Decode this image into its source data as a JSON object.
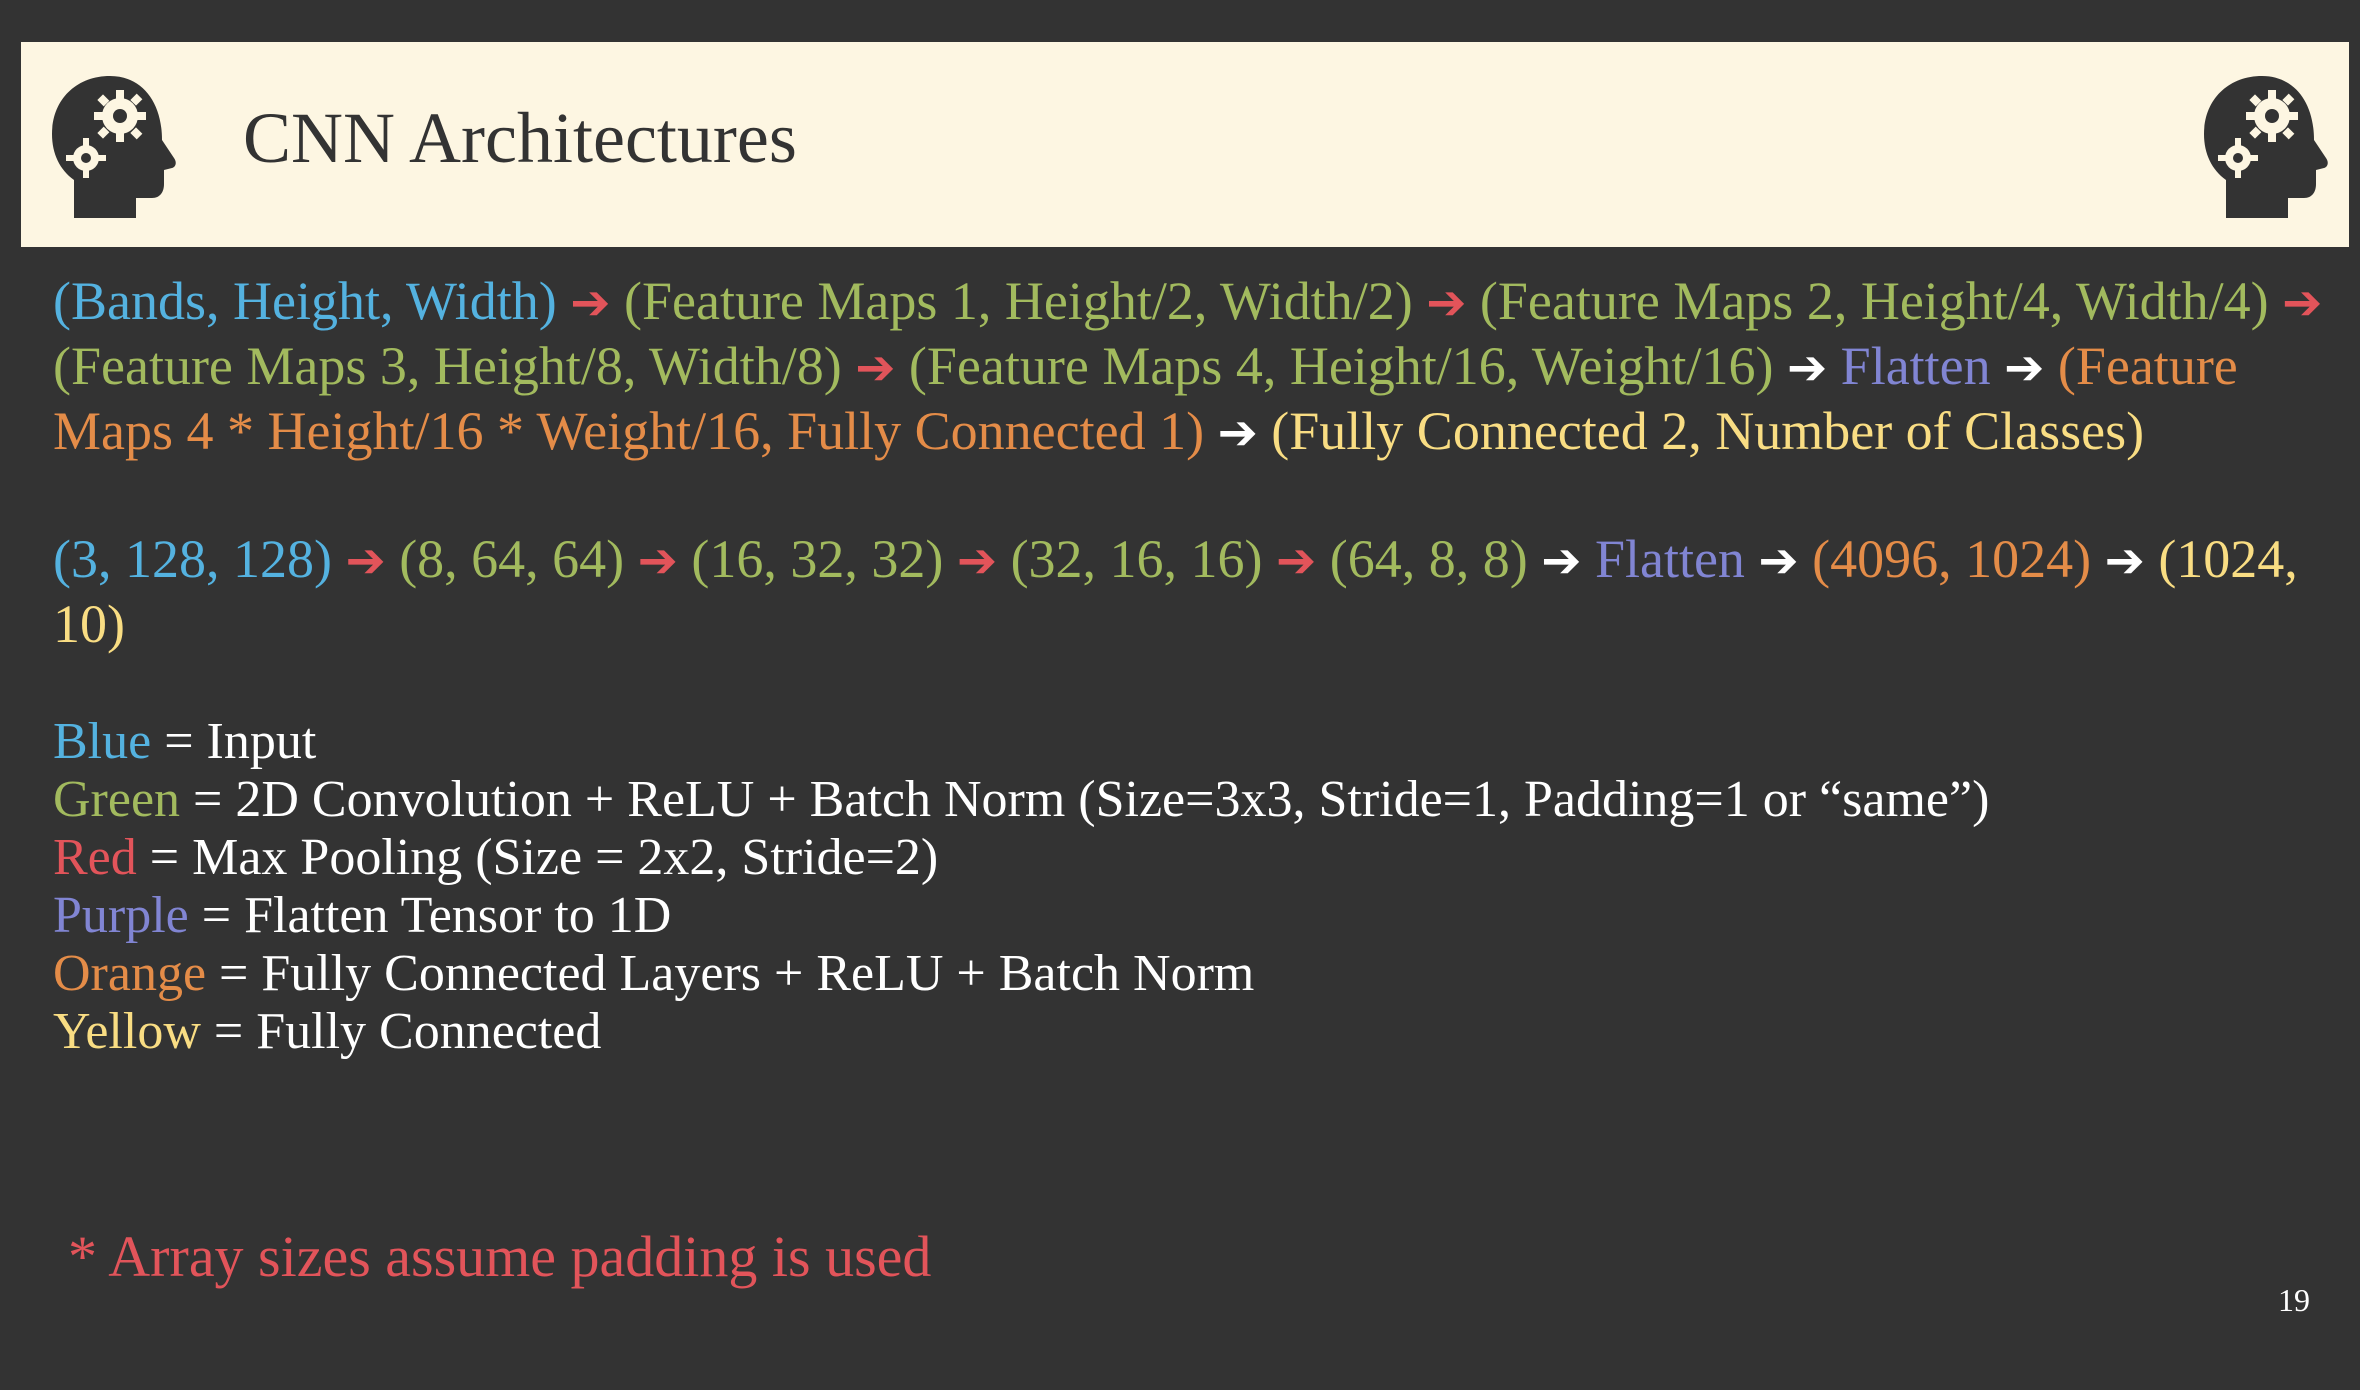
{
  "header": {
    "title": "CNN Architectures",
    "left_icon": "head-gears-icon",
    "right_icon": "head-gears-icon"
  },
  "colors": {
    "blue": "#54b2e0",
    "green": "#a2ba5e",
    "red": "#e2545a",
    "purple": "#8185d3",
    "orange": "#e48c48",
    "yellow": "#f9dd83",
    "background": "#333333",
    "header_background": "#fdf6e2"
  },
  "flow_general": {
    "input": "(Bands, Height, Width)",
    "conv1": "(Feature Maps 1, Height/2, Width/2)",
    "conv2": "(Feature Maps 2, Height/4, Width/4)",
    "conv3": "(Feature Maps 3, Height/8, Width/8)",
    "conv4": "(Feature Maps 4, Height/16, Weight/16)",
    "flatten": "Flatten",
    "fc1": "(Feature Maps 4 * Height/16 * Weight/16, Fully Connected 1)",
    "fc2": "(Fully Connected 2, Number of Classes)"
  },
  "flow_example": {
    "input": "(3, 128, 128)",
    "conv1": "(8, 64, 64)",
    "conv2": "(16, 32, 32)",
    "conv3": "(32, 16, 16)",
    "conv4": "(64, 8, 8)",
    "flatten": "Flatten",
    "fc1": "(4096, 1024)",
    "fc2": "(1024, 10)"
  },
  "arrow": "➔",
  "legend": [
    {
      "color_word": "Blue",
      "desc": " = Input"
    },
    {
      "color_word": "Green",
      "desc": " = 2D Convolution + ReLU + Batch Norm (Size=3x3, Stride=1, Padding=1 or “same”)"
    },
    {
      "color_word": "Red",
      "desc": " = Max Pooling (Size = 2x2, Stride=2)"
    },
    {
      "color_word": "Purple",
      "desc": " = Flatten Tensor to 1D"
    },
    {
      "color_word": "Orange",
      "desc": " = Fully Connected Layers + ReLU + Batch Norm"
    },
    {
      "color_word": "Yellow",
      "desc": " = Fully Connected"
    }
  ],
  "note": "* Array sizes assume padding is used",
  "page_number": "19"
}
